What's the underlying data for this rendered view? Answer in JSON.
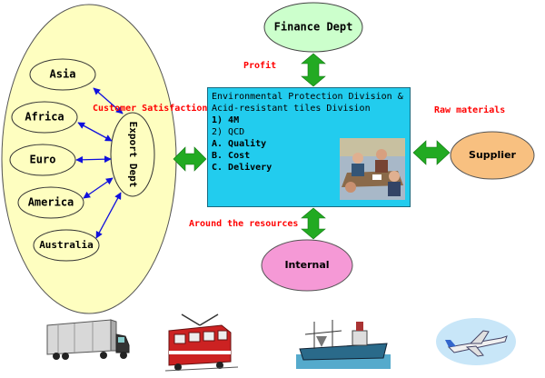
{
  "finance": "Finance Dept",
  "profit_label": "Profit",
  "customer_label": "Customer Satisfaction",
  "raw_label": "Raw materials",
  "around_label": "Around the resources",
  "supplier": "Supplier",
  "internal": "Internal",
  "export": "Export Dept",
  "regions": [
    "Asia",
    "Africa",
    "Euro",
    "America",
    "Australia"
  ],
  "center": {
    "line1": "Environmental Protection Division &",
    "line2": "Acid-resistant tiles Division",
    "item1": "1) 4M",
    "item2": "2) QCD",
    "item_a": "A. Quality",
    "item_b": "B. Cost",
    "item_c": "C. Delivery"
  },
  "colors": {
    "big_ellipse": "#fefec0",
    "finance": "#ccffcc",
    "supplier": "#f8c080",
    "internal": "#f599d6",
    "center_box": "#22ccee",
    "arrow_green": "#22aa22",
    "label_red": "#ff0000",
    "link_blue": "#1010dd"
  },
  "icons": [
    "truck-icon",
    "tram-icon",
    "ship-icon",
    "airplane-icon",
    "meeting-clipart-icon"
  ]
}
